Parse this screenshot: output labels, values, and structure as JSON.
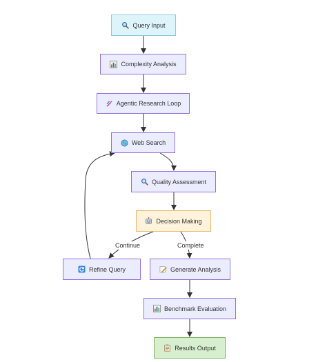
{
  "nodes": {
    "query_input": {
      "label": "Query Input",
      "icon": "magnifier-icon",
      "fill": "#ddf4fb",
      "stroke": "#8fcadb"
    },
    "complexity_analysis": {
      "label": "Complexity Analysis",
      "icon": "bar-chart-icon",
      "fill": "#ececff",
      "stroke": "#9370db"
    },
    "agentic_research_loop": {
      "label": "Agentic Research Loop",
      "icon": "dna-icon",
      "fill": "#ececff",
      "stroke": "#9370db"
    },
    "web_search": {
      "label": "Web Search",
      "icon": "globe-icon",
      "fill": "#ececff",
      "stroke": "#9370db"
    },
    "quality_assessment": {
      "label": "Quality Assessment",
      "icon": "magnifier-icon",
      "fill": "#ececff",
      "stroke": "#9370db"
    },
    "decision_making": {
      "label": "Decision Making",
      "icon": "robot-icon",
      "fill": "#fff3dc",
      "stroke": "#e8b86a"
    },
    "refine_query": {
      "label": "Refine Query",
      "icon": "refresh-icon",
      "fill": "#ececff",
      "stroke": "#9370db"
    },
    "generate_analysis": {
      "label": "Generate Analysis",
      "icon": "pencil-icon",
      "fill": "#ececff",
      "stroke": "#9370db"
    },
    "benchmark_evaluation": {
      "label": "Benchmark Evaluation",
      "icon": "bar-chart-icon",
      "fill": "#ececff",
      "stroke": "#9370db"
    },
    "results_output": {
      "label": "Results Output",
      "icon": "clipboard-icon",
      "fill": "#d7efcf",
      "stroke": "#82b366"
    }
  },
  "edges": [
    {
      "from": "query_input",
      "to": "complexity_analysis",
      "label": ""
    },
    {
      "from": "complexity_analysis",
      "to": "agentic_research_loop",
      "label": ""
    },
    {
      "from": "agentic_research_loop",
      "to": "web_search",
      "label": ""
    },
    {
      "from": "web_search",
      "to": "quality_assessment",
      "label": ""
    },
    {
      "from": "quality_assessment",
      "to": "decision_making",
      "label": ""
    },
    {
      "from": "decision_making",
      "to": "refine_query",
      "label": "Continue"
    },
    {
      "from": "decision_making",
      "to": "generate_analysis",
      "label": "Complete"
    },
    {
      "from": "refine_query",
      "to": "web_search",
      "label": ""
    },
    {
      "from": "generate_analysis",
      "to": "benchmark_evaluation",
      "label": ""
    },
    {
      "from": "benchmark_evaluation",
      "to": "results_output",
      "label": ""
    }
  ],
  "colors": {
    "edge": "#333333",
    "text": "#333333"
  }
}
